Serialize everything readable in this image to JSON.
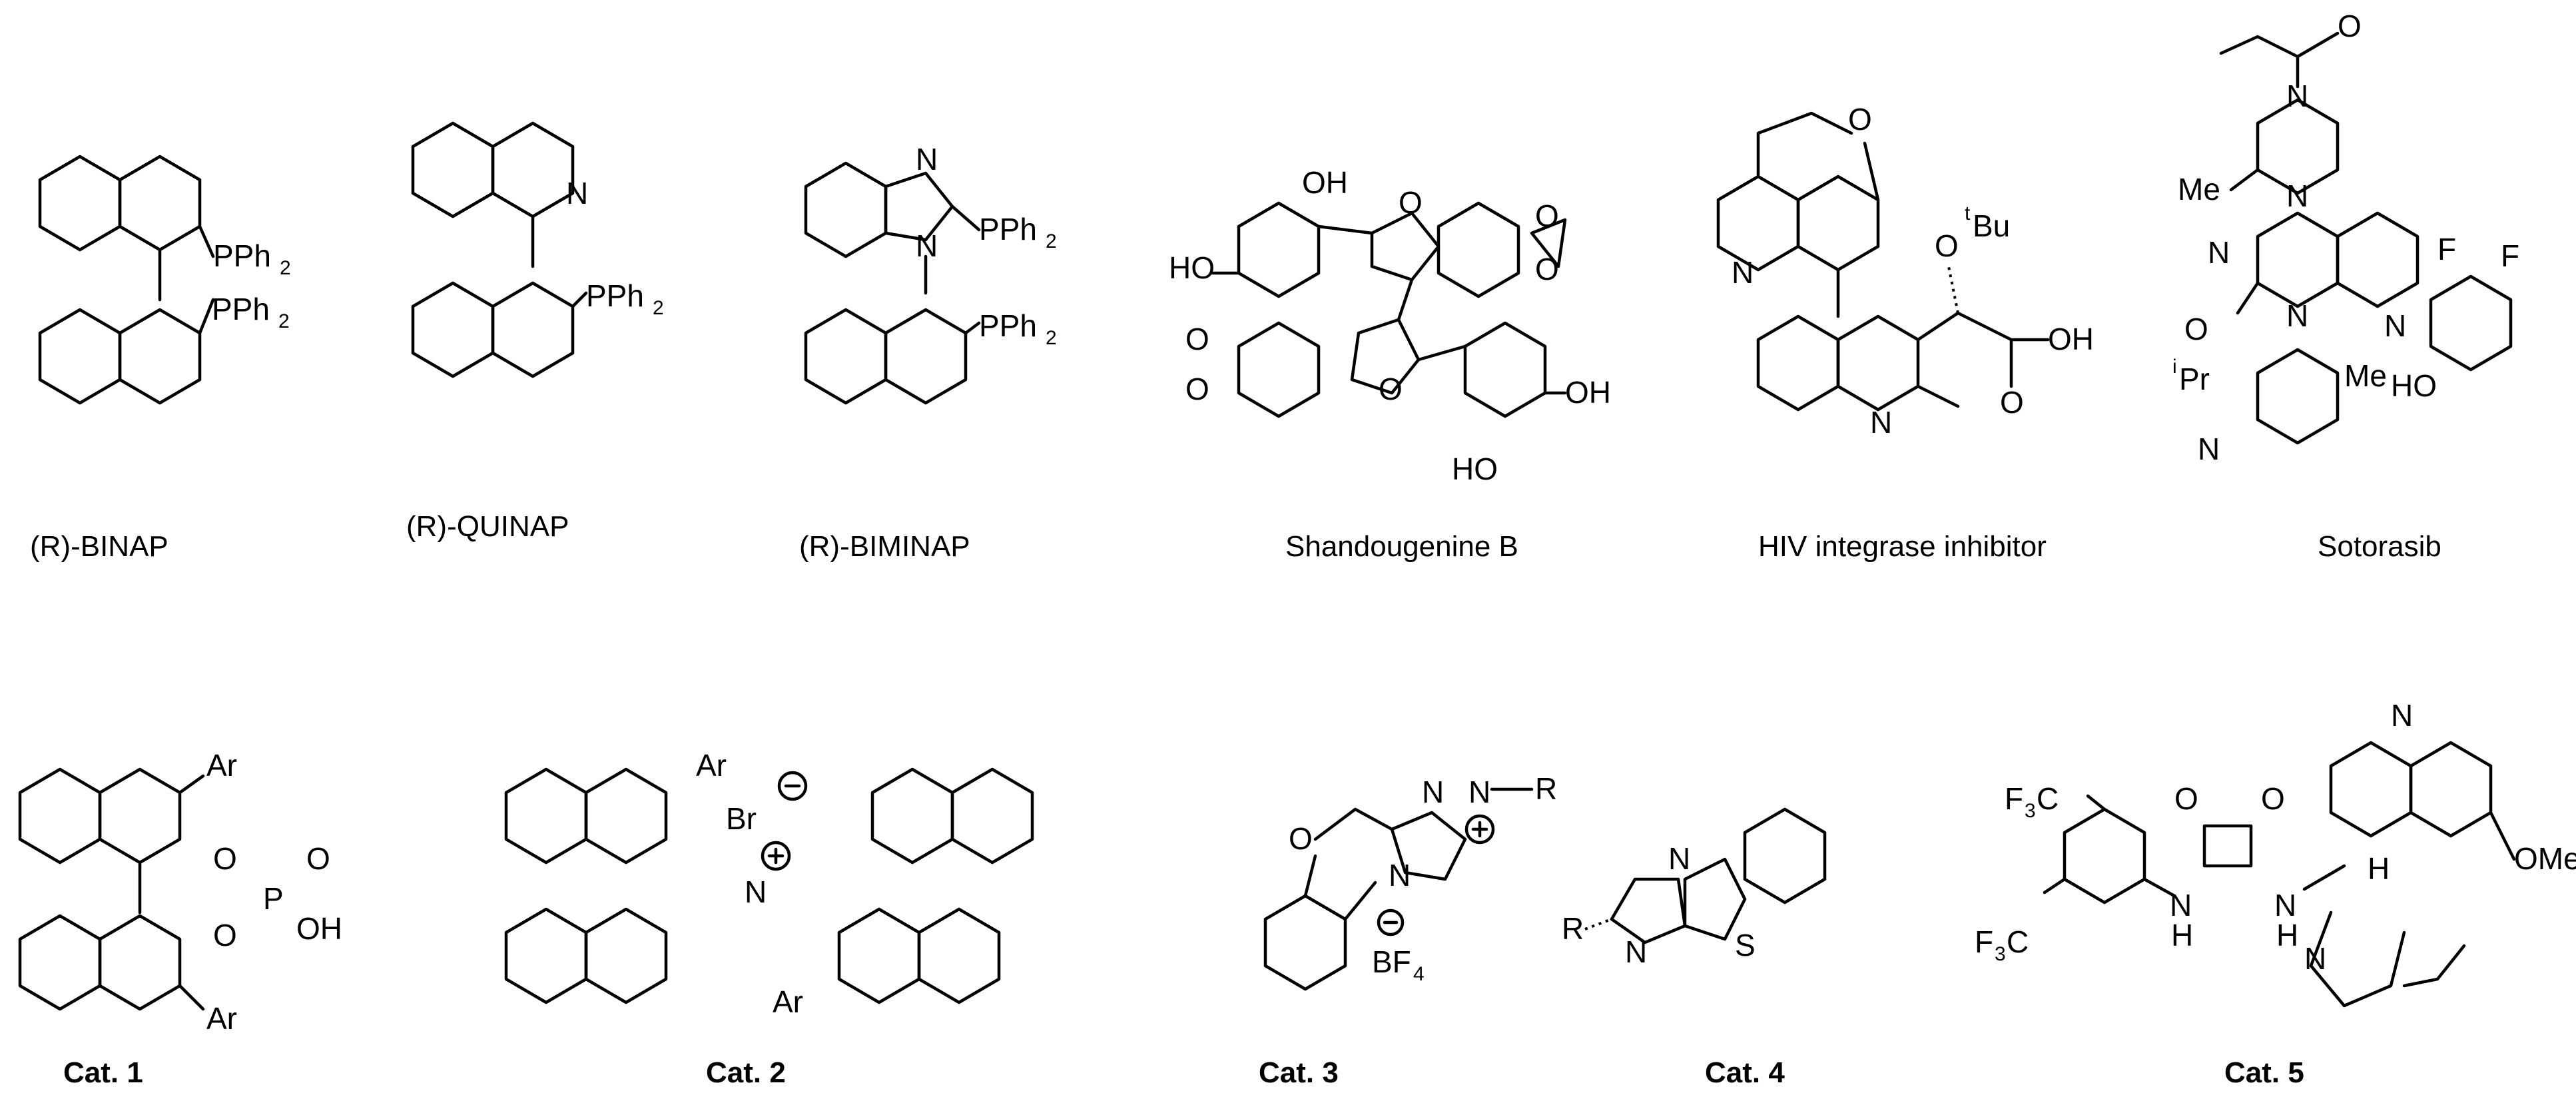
{
  "captions": {
    "binap": "(R)-BINAP",
    "quinap": "(R)-QUINAP",
    "biminap": "(R)-BIMINAP",
    "shandougenine": "Shandougenine B",
    "hiv": "HIV integrase inhibitor",
    "sotorasib": "Sotorasib",
    "cat1": "Cat. 1",
    "cat2": "Cat. 2",
    "cat3": "Cat. 3",
    "cat4": "Cat. 4",
    "cat5": "Cat. 5"
  },
  "atoms": {
    "pph2": "PPh",
    "sub2": "2",
    "n": "N",
    "o": "O",
    "oh": "OH",
    "ho": "HO",
    "f": "F",
    "me": "Me",
    "ipr": "Pr",
    "i": "i",
    "t": "t",
    "bu": "Bu",
    "ar": "Ar",
    "p": "P",
    "br": "Br",
    "bf": "BF",
    "sub4": "4",
    "r": "R",
    "s": "S",
    "f3c": "F",
    "sub3": "3",
    "c": "C",
    "h": "H",
    "ome": "OMe",
    "nh": "H"
  }
}
